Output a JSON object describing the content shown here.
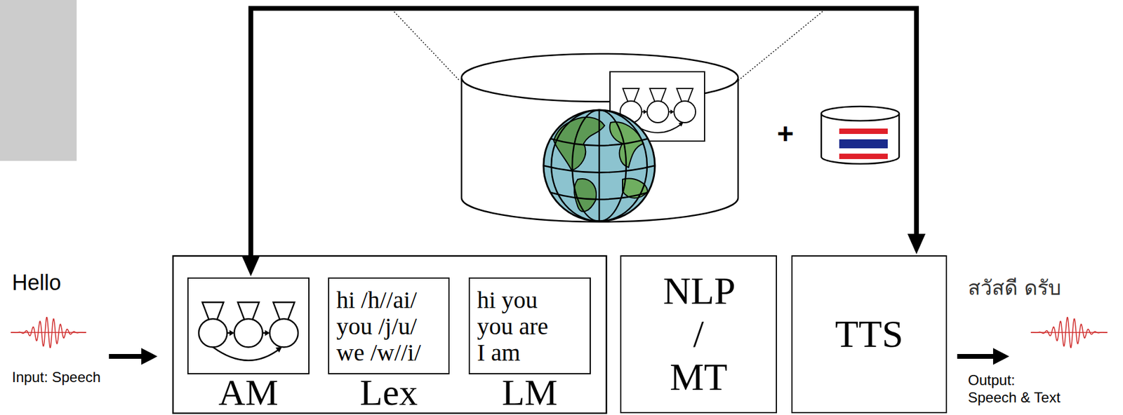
{
  "diagram": {
    "nodes": [
      {
        "text": [
          "AM"
        ]
      },
      {
        "text": [
          "hi /h//ai/",
          "you /j/u/",
          "we /w//i/",
          "Lex"
        ]
      },
      {
        "text": [
          "hi you",
          "you are",
          "I am",
          "LM"
        ]
      },
      {
        "text": [
          "NLP / MT"
        ]
      },
      {
        "text": [
          "TTS"
        ]
      }
    ],
    "edges": [
      {
        "from": 0,
        "to": 4,
        "arrow": "both"
      }
    ],
    "labels": [
      "Hello",
      "Input: Speech",
      "สวัสดี ดรับ",
      "Output:",
      "Speech & Text",
      "+"
    ]
  }
}
